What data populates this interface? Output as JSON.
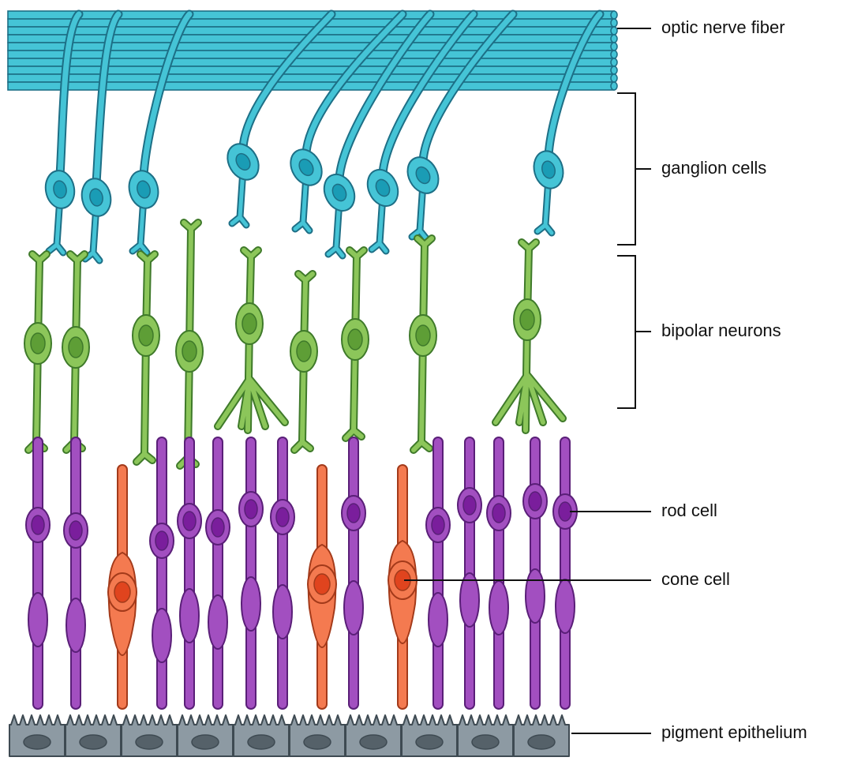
{
  "labels": {
    "optic_nerve_fiber": "optic nerve fiber",
    "ganglion_cells": "ganglion cells",
    "bipolar_neurons": "bipolar neurons",
    "rod_cell": "rod cell",
    "cone_cell": "cone cell",
    "pigment_epithelium": "pigment epithelium"
  },
  "colors": {
    "nerve_fill": "#45c4d6",
    "nerve_stroke": "#1d6f86",
    "ganglion_nucleus": "#1a9cb5",
    "bipolar_fill": "#8cc65a",
    "bipolar_stroke": "#3f7a2a",
    "bipolar_nucleus": "#5e9e36",
    "rod_fill": "#a24fc0",
    "rod_stroke": "#5a1f78",
    "rod_nucleus": "#7a1e9c",
    "cone_fill": "#f47a50",
    "cone_stroke": "#a33a1a",
    "cone_nucleus": "#e0441e",
    "pigment_fill": "#8d9aa3",
    "pigment_stroke": "#3e4a52",
    "pigment_nucleus": "#556169",
    "leader_line": "#111111"
  }
}
